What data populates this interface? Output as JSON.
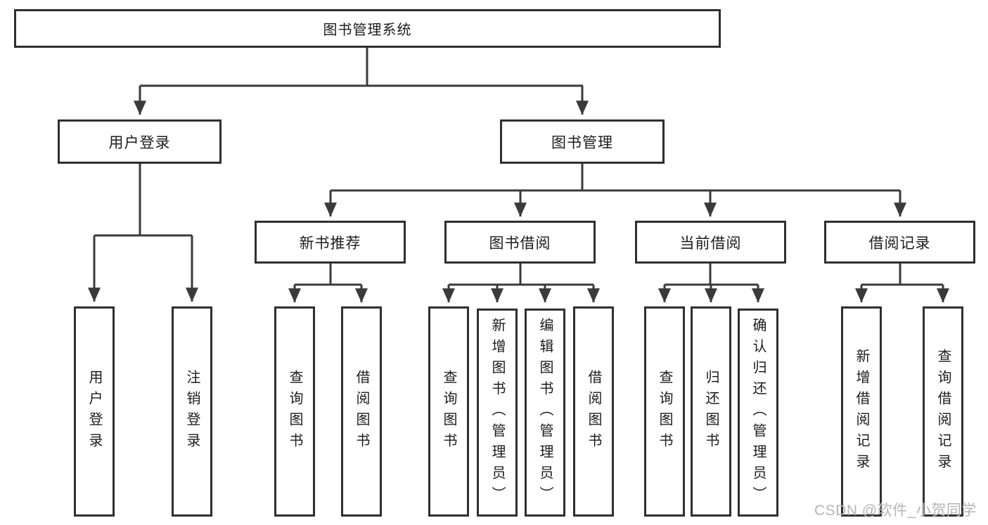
{
  "tree": {
    "root": {
      "label": "图书管理系统",
      "children": [
        {
          "label": "用户登录",
          "children": [
            {
              "label": "用户登录"
            },
            {
              "label": "注销登录"
            }
          ]
        },
        {
          "label": "图书管理",
          "children": [
            {
              "label": "新书推荐",
              "children": [
                {
                  "label": "查询图书"
                },
                {
                  "label": "借阅图书"
                }
              ]
            },
            {
              "label": "图书借阅",
              "children": [
                {
                  "label": "查询图书"
                },
                {
                  "label": "新增图书（管理员）"
                },
                {
                  "label": "编辑图书（管理员）"
                },
                {
                  "label": "借阅图书"
                }
              ]
            },
            {
              "label": "当前借阅",
              "children": [
                {
                  "label": "查询图书"
                },
                {
                  "label": "归还图书"
                },
                {
                  "label": "确认归还（管理员）"
                }
              ]
            },
            {
              "label": "借阅记录",
              "children": [
                {
                  "label": "新增借阅记录"
                },
                {
                  "label": "查询借阅记录"
                }
              ]
            }
          ]
        }
      ]
    }
  },
  "watermark": {
    "text": "CSDN @软件_小贺同学"
  },
  "colors": {
    "line": "#3a3a3a",
    "box_border": "#2f2f2f",
    "text": "#1c1c1c",
    "background": "#ffffff",
    "watermark": "#b5b5b5"
  }
}
